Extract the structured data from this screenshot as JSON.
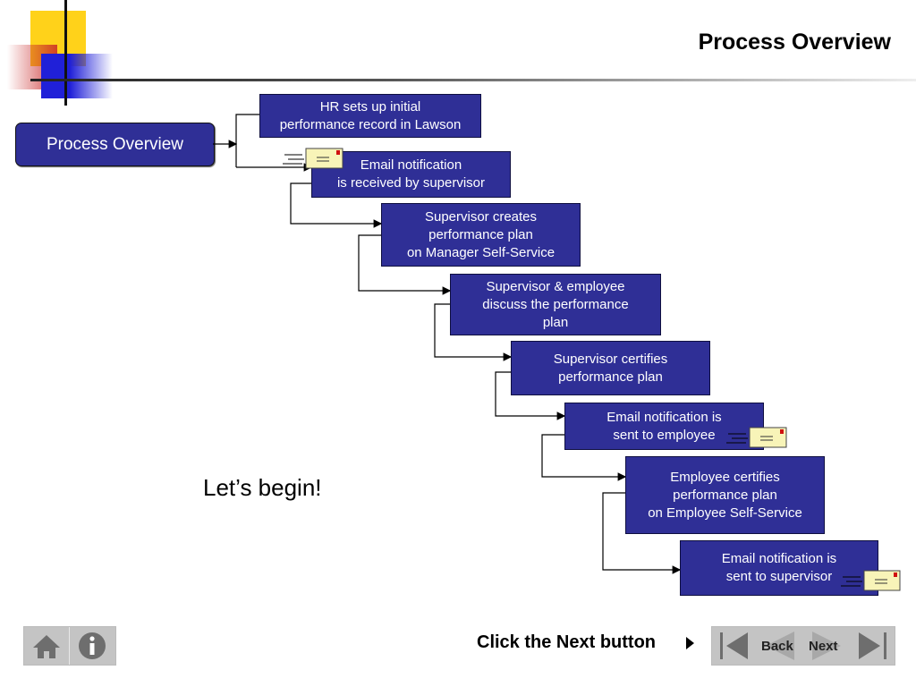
{
  "header": {
    "title": "Process Overview"
  },
  "sidebar": {
    "button_label": "Process Overview"
  },
  "steps": [
    {
      "text": "HR sets up initial\nperformance record in Lawson"
    },
    {
      "text": "Email notification\nis received by supervisor"
    },
    {
      "text": "Supervisor creates\nperformance plan\non Manager Self-Service"
    },
    {
      "text": "Supervisor & employee\ndiscuss the performance\nplan"
    },
    {
      "text": "Supervisor certifies\nperformance plan"
    },
    {
      "text": "Email notification is\nsent to employee"
    },
    {
      "text": "Employee certifies\nperformance plan\non Employee Self-Service"
    },
    {
      "text": "Email notification is\nsent to supervisor"
    }
  ],
  "main": {
    "intro_text": "Let’s begin!"
  },
  "footer": {
    "instruction": "Click the Next button",
    "back_label": "Back",
    "next_label": "Next"
  },
  "icons": {
    "home": "home-icon",
    "info": "info-icon",
    "envelope": "envelope-icon",
    "first": "first-page-icon",
    "last": "last-page-icon"
  },
  "colors": {
    "box_fill": "#2f2f96",
    "accent_yellow": "#ffd21a",
    "accent_blue": "#2020d8",
    "accent_red": "#c83030",
    "footer_gray": "#c4c4c4"
  }
}
